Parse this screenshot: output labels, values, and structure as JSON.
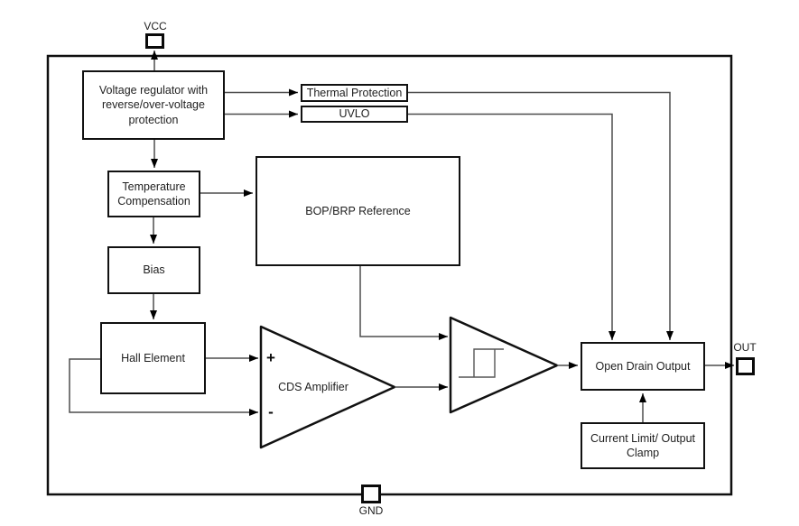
{
  "pins": {
    "vcc": {
      "label": "VCC"
    },
    "gnd": {
      "label": "GND"
    },
    "out": {
      "label": "OUT"
    }
  },
  "blocks": {
    "voltage_regulator": {
      "label": "Voltage regulator with reverse/over-voltage protection"
    },
    "thermal_protection": {
      "label": "Thermal Protection"
    },
    "uvlo": {
      "label": "UVLO"
    },
    "temperature_compensation": {
      "label": "Temperature Compensation"
    },
    "bop_brp_reference": {
      "label": "BOP/BRP Reference"
    },
    "bias": {
      "label": "Bias"
    },
    "hall_element": {
      "label": "Hall Element"
    },
    "cds_amplifier": {
      "label": "CDS Amplifier",
      "plus_label": "+",
      "minus_label": "-"
    },
    "open_drain_output": {
      "label": "Open Drain Output"
    },
    "current_limit": {
      "label": "Current Limit/ Output Clamp"
    }
  },
  "colors": {
    "wire": "#4d4d4d",
    "outline": "#111111",
    "background": "#ffffff"
  }
}
